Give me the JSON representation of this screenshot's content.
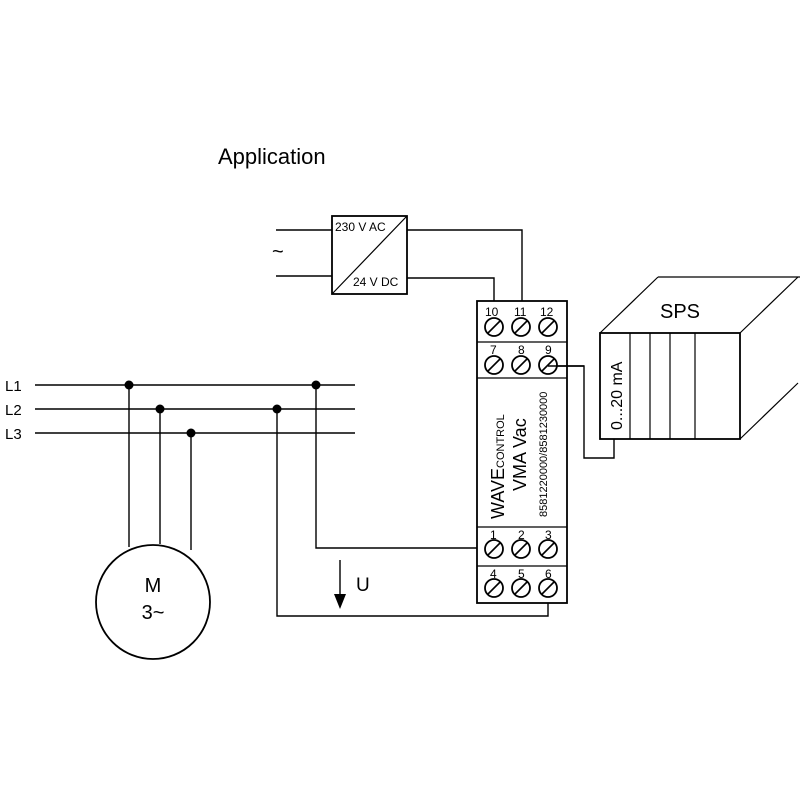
{
  "title": "Application",
  "supply": {
    "symbol": "~",
    "input_label": "230 V AC",
    "output_label": "24 V DC"
  },
  "lines": [
    "L1",
    "L2",
    "L3"
  ],
  "motor": {
    "line1": "M",
    "line2": "3~"
  },
  "voltage_label": "U",
  "module": {
    "brand_main": "WAVE",
    "brand_sub": "CONTROL",
    "model": "VMA Vac",
    "part_numbers": "8581220000/8581230000",
    "terminals_top_a": [
      "10",
      "11",
      "12"
    ],
    "terminals_top_b": [
      "7",
      "8",
      "9"
    ],
    "terminals_bottom_a": [
      "1",
      "2",
      "3"
    ],
    "terminals_bottom_b": [
      "4",
      "5",
      "6"
    ]
  },
  "plc": {
    "label": "SPS",
    "signal": "0...20 mA"
  }
}
